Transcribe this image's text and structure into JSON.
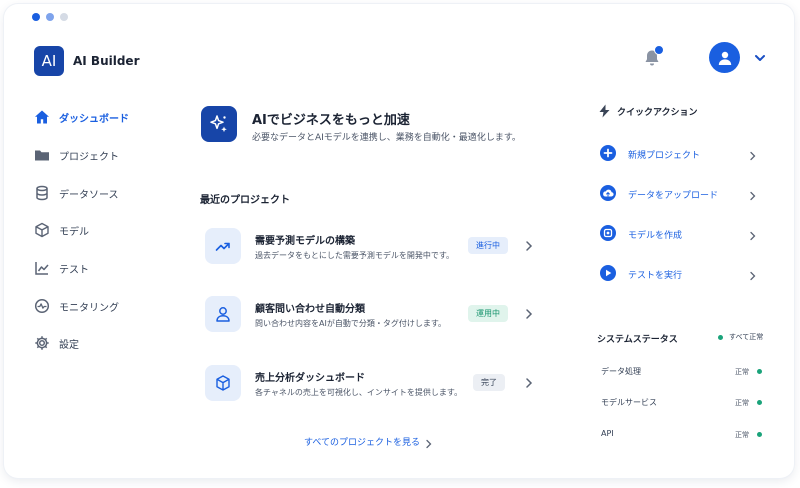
{
  "app": {
    "logo_text": "AI",
    "name": "AI Builder"
  },
  "window_dots": [
    "#1a5fe0",
    "#7ea3ec",
    "#d5dbe5"
  ],
  "colors": {
    "accent": "#1a5fe0",
    "brand_dark": "#1745a8",
    "status_ok": "#1aa37a"
  },
  "header": {
    "bell_icon": "bell-icon",
    "has_notification": true,
    "avatar_icon": "user-icon",
    "menu_icon": "chevron-down-icon"
  },
  "sidebar": {
    "items": [
      {
        "label": "ダッシュボード",
        "icon": "home-icon",
        "active": true
      },
      {
        "label": "プロジェクト",
        "icon": "folder-icon",
        "active": false
      },
      {
        "label": "データソース",
        "icon": "database-icon",
        "active": false
      },
      {
        "label": "モデル",
        "icon": "cube-icon",
        "active": false
      },
      {
        "label": "テスト",
        "icon": "chart-line-icon",
        "active": false
      },
      {
        "label": "モニタリング",
        "icon": "pulse-icon",
        "active": false
      },
      {
        "label": "設定",
        "icon": "gear-icon",
        "active": false
      }
    ]
  },
  "hero": {
    "icon": "sparkle-icon",
    "title": "AIでビジネスをもっと加速",
    "subtitle": "必要なデータとAIモデルを連携し、業務を自動化・最適化します。"
  },
  "projects": {
    "title": "最近のプロジェクト",
    "items": [
      {
        "icon": "trend-up-icon",
        "name": "需要予測モデルの構築",
        "desc": "過去データをもとにした需要予測モデルを開発中です。",
        "status": "進行中",
        "status_color": "#1a5fe0",
        "status_bg": "#e6eefb"
      },
      {
        "icon": "person-icon",
        "name": "顧客問い合わせ自動分類",
        "desc": "問い合わせ内容をAIが自動で分類・タグ付けします。",
        "status": "運用中",
        "status_color": "#16936c",
        "status_bg": "#e0f4ec"
      },
      {
        "icon": "box-icon",
        "name": "売上分析ダッシュボード",
        "desc": "各チャネルの売上を可視化し、インサイトを提供します。",
        "status": "完了",
        "status_color": "#344055",
        "status_bg": "#eceff4"
      }
    ],
    "see_all": "すべてのプロジェクトを見る"
  },
  "quick_actions": {
    "title": "クイックアクション",
    "icon": "lightning-icon",
    "items": [
      {
        "label": "新規プロジェクト",
        "icon": "plus-icon"
      },
      {
        "label": "データをアップロード",
        "icon": "cloud-upload-icon"
      },
      {
        "label": "モデルを作成",
        "icon": "model-icon"
      },
      {
        "label": "テストを実行",
        "icon": "play-icon"
      }
    ]
  },
  "system_status": {
    "title": "システムステータス",
    "overall": "すべて正常",
    "items": [
      {
        "name": "データ処理",
        "status": "正常"
      },
      {
        "name": "モデルサービス",
        "status": "正常"
      },
      {
        "name": "API",
        "status": "正常"
      }
    ]
  }
}
